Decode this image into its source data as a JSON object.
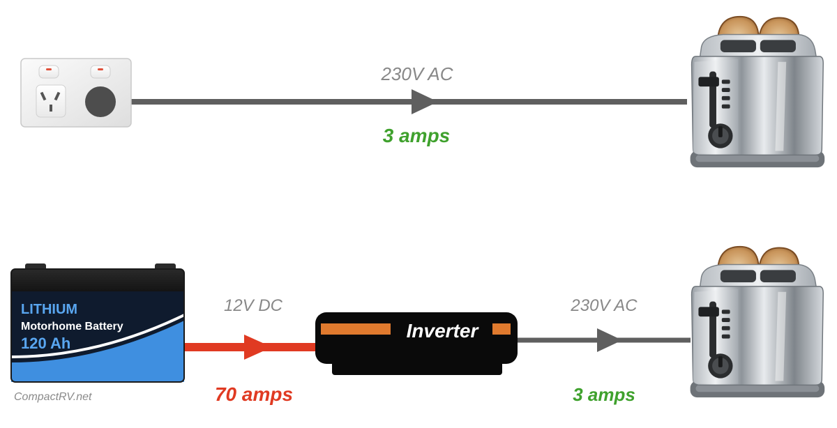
{
  "top_row": {
    "voltage_label": "230V AC",
    "current_label": "3 amps"
  },
  "bottom_row": {
    "dc_voltage_label": "12V DC",
    "dc_current_label": "70 amps",
    "ac_voltage_label": "230V AC",
    "ac_current_label": "3 amps"
  },
  "battery": {
    "line1": "LITHIUM",
    "line2": "Motorhome Battery",
    "line3": "120 Ah"
  },
  "inverter": {
    "label": "Inverter"
  },
  "watermark": "CompactRV.net",
  "colors": {
    "ac_wire": "#5f5f5f",
    "dc_wire": "#e03a22",
    "amps_ok": "#3fa12d",
    "amps_high": "#e03a22",
    "voltage_text": "#888888",
    "inverter_body": "#0a0a0a",
    "inverter_stripe": "#e07a2e",
    "battery_body": "#0f1b2e",
    "battery_blue": "#3f8fe0"
  },
  "icons": [
    "wall-outlet-icon",
    "toaster-icon",
    "battery-icon",
    "inverter-icon"
  ]
}
